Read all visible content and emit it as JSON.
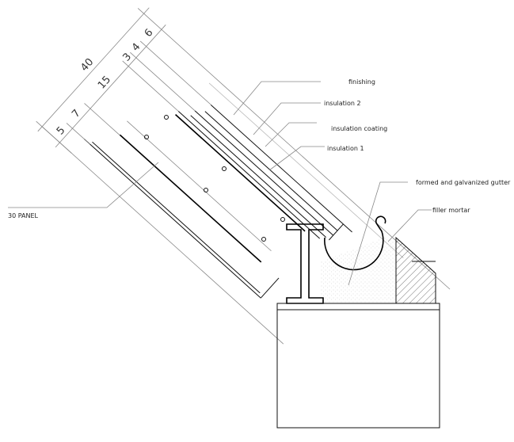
{
  "drawing": {
    "dimensions": {
      "total": "40",
      "segments": [
        "5",
        "7",
        "15",
        "3",
        "4",
        "6"
      ]
    },
    "labels": {
      "finishing": "finishing",
      "insulation_2": "insulation 2",
      "insulation_coating": "insulation coating",
      "insulation_1": "insulation 1",
      "gutter": "formed and galvanized gutter",
      "filler_mortar": "filler mortar",
      "panel": "30 PANEL"
    }
  }
}
